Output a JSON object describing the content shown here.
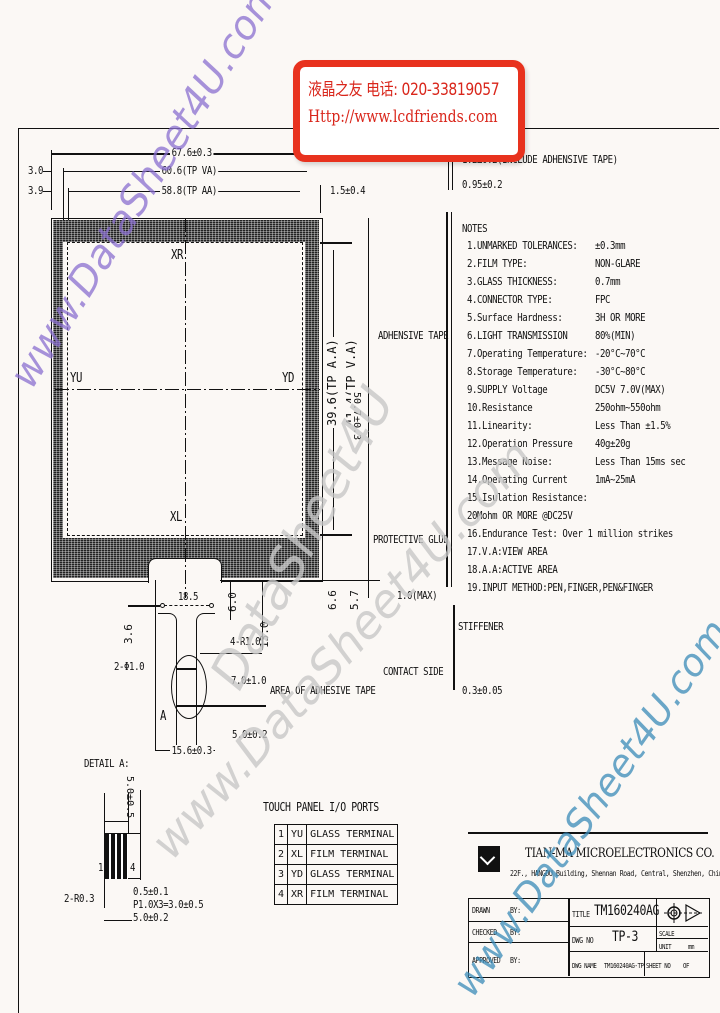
{
  "stamp": {
    "line1": "液晶之友 电话: 020-33819057",
    "line2": "Http://www.lcdfriends.com"
  },
  "watermarks": [
    "www.DataSheet4U.com",
    "DataSheet4U",
    "www.DataSheet4U.com",
    "www.DataSheet4U.com"
  ],
  "top_dimensions": {
    "overall_width": "67.6±0.3",
    "tp_va": "60.6(TP VA)",
    "tp_aa": "58.8(TP AA)",
    "left_offset_va": "3.0",
    "left_offset_aa": "3.9",
    "right_gap": "1.5±0.4"
  },
  "side_dimensions": {
    "tp_aa_height": "39.6(TP A.A)",
    "tp_va_height": "41.4(TP V.A)",
    "overall_height": "50.7±0.3",
    "bottom_a": "6.6",
    "bottom_b": "5.7"
  },
  "panel_labels": {
    "top": "XR",
    "left": "YU",
    "right": "YD",
    "bottom": "XL"
  },
  "thickness": {
    "total": "1.2±0.2(INCLUDE ADHENSIVE TAPE)",
    "glass": "0.95±0.2"
  },
  "notes": {
    "title": "NOTES",
    "items": [
      {
        "label": "1.UNMARKED TOLERANCES:",
        "value": "±0.3mm"
      },
      {
        "label": "2.FILM TYPE:",
        "value": "NON-GLARE"
      },
      {
        "label": "3.GLASS THICKNESS:",
        "value": "0.7mm"
      },
      {
        "label": "4.CONNECTOR TYPE:",
        "value": "FPC"
      },
      {
        "label": "5.Surface Hardness:",
        "value": "3H OR MORE"
      },
      {
        "label": "6.LIGHT TRANSMISSION",
        "value": "80%(MIN)"
      },
      {
        "label": "7.Operating Temperature:",
        "value": "-20°C~70°C"
      },
      {
        "label": "8.Storage Temperature:",
        "value": "-30°C~80°C"
      },
      {
        "label": "9.SUPPLY Voltage",
        "value": "DC5V 7.0V(MAX)"
      },
      {
        "label": "10.Resistance",
        "value": "250ohm~550ohm"
      },
      {
        "label": "11.Linearity:",
        "value": "Less Than ±1.5%"
      },
      {
        "label": "12.Operation Pressure",
        "value": "40g±20g"
      },
      {
        "label": "13.Message Noise:",
        "value": "Less Than 15ms sec"
      },
      {
        "label": "14.Operating Current",
        "value": "1mA~25mA"
      },
      {
        "label": "15.Isulation Resistance:",
        "value": ""
      },
      {
        "label": "   20Mohm OR MORE @DC25V",
        "value": ""
      },
      {
        "label": "16.Endurance Test: Over 1 million strikes",
        "value": ""
      },
      {
        "label": "17.V.A:VIEW AREA",
        "value": ""
      },
      {
        "label": "18.A.A:ACTIVE AREA",
        "value": ""
      },
      {
        "label": "19.INPUT METHOD:PEN,FINGER,PEN&FINGER",
        "value": ""
      }
    ]
  },
  "side_view_labels": {
    "adhesive_tape": "ADHENSIVE TAPE",
    "protective_glue": "PROTECTIVE GLUE",
    "max_thickness": "1.0(MAX)",
    "stiffener": "STIFFENER",
    "contact_side": "CONTACT SIDE",
    "tail_thickness": "0.3±0.05"
  },
  "tail_dimensions": {
    "hole_pitch": "18.5",
    "tail_h1": "6.0",
    "hole_offset": "3.6",
    "holes": "2-Φ1.0",
    "corner_radius": "4-R1.0",
    "tail_len": "13.0",
    "stiffener_len": "7.0±1.0",
    "tail_w": "5.0±0.2",
    "tail_base": "15.6±0.3",
    "adhesive_area": "AREA OF ADHESIVE TAPE",
    "detail_marker": "A"
  },
  "detail_a": {
    "title": "DETAIL A:",
    "length": "5.0±0.5",
    "pin1": "1",
    "pin4": "4",
    "radius": "2-R0.3",
    "pitch": "0.5±0.1",
    "pitch_total": "P1.0X3=3.0±0.5",
    "width": "5.0±0.2"
  },
  "io_ports": {
    "title": "TOUCH PANEL I/O PORTS",
    "rows": [
      {
        "pin": "1",
        "sig": "YU",
        "desc": "GLASS TERMINAL"
      },
      {
        "pin": "2",
        "sig": "XL",
        "desc": "FILM TERMINAL"
      },
      {
        "pin": "3",
        "sig": "YD",
        "desc": "GLASS TERMINAL"
      },
      {
        "pin": "4",
        "sig": "XR",
        "desc": "FILM TERMINAL"
      }
    ]
  },
  "title_block": {
    "company": "TIAN-MA MICROELECTRONICS CO.",
    "address": "22F., HANGDU Building, Shennan Road, Central, Shenzhen, China",
    "drawn": "DRAWN",
    "drawn_by": "BY:",
    "checked": "CHECKED",
    "checked_by": "BY:",
    "approved": "APPROVED",
    "approved_by": "BY:",
    "title_label": "TITLE",
    "title_value": "TM160240AG",
    "dwg_no_label": "DWG NO",
    "dwg_no_value": "TP-3",
    "dwg_name_label": "DWG NAME",
    "dwg_name_value": "TM160240AG-TP",
    "scale_label": "SCALE",
    "unit_label": "UNIT",
    "unit_value": "mm",
    "sheet_label": "SHEET NO",
    "sheet_of": "OF"
  }
}
